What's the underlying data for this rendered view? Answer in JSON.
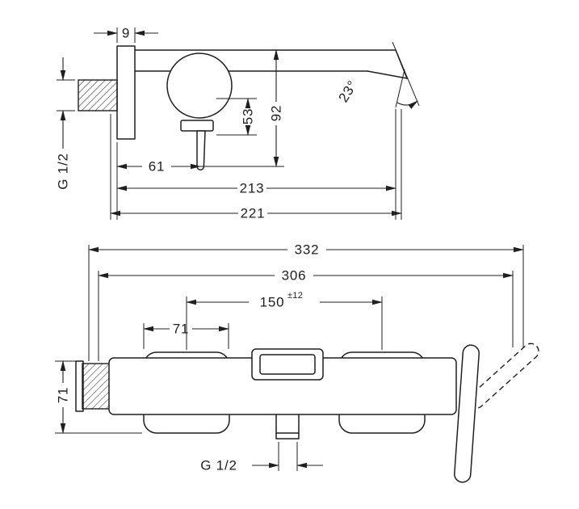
{
  "page": {
    "background": "#ffffff",
    "line_color": "#1f1f1f"
  },
  "side_view": {
    "dims": {
      "plate_depth": "9",
      "inlet_thread": "G 1/2",
      "wall_to_handle": "61",
      "handle_drop": "53",
      "spout_drop": "92",
      "spout_reach": "213",
      "overall_reach": "221",
      "spout_angle": "23°"
    }
  },
  "front_view": {
    "dims": {
      "overall_width": "332",
      "body_width": "306",
      "wall_centers": "150",
      "wall_centers_tolerance": "±12",
      "escutcheon_width": "71",
      "body_height": "71",
      "outlet_thread": "G 1/2"
    }
  }
}
